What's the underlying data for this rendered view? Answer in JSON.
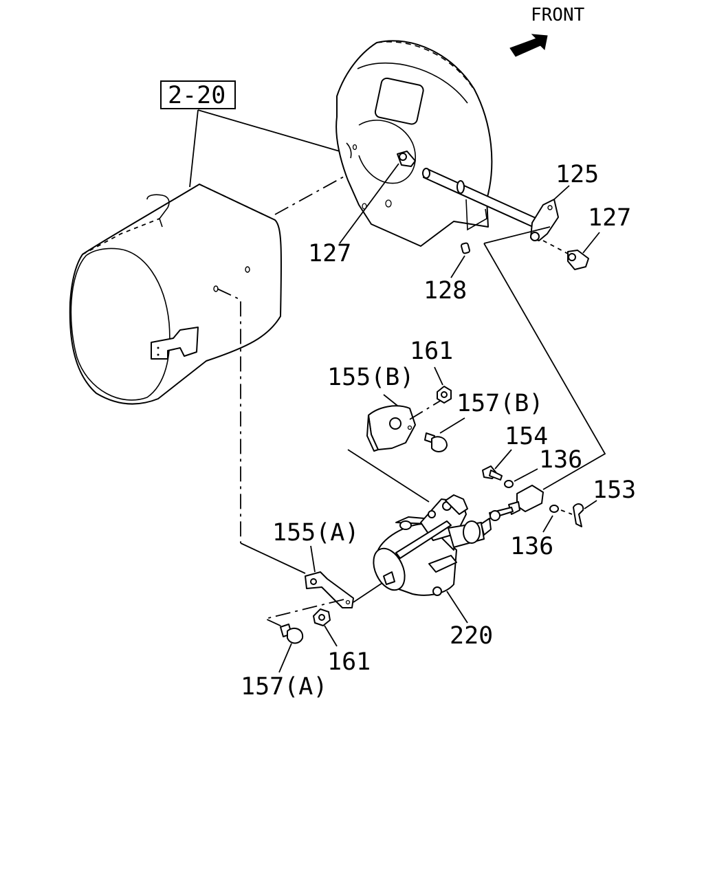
{
  "header": {
    "front_label": "FRONT"
  },
  "reference": {
    "code": "2-20"
  },
  "callouts": {
    "p125": "125",
    "p127_right": "127",
    "p127_center": "127",
    "p128": "128",
    "p161_top": "161",
    "p155b": "155(B)",
    "p157b": "157(B)",
    "p154": "154",
    "p136_upper": "136",
    "p153": "153",
    "p136_lower": "136",
    "p155a": "155(A)",
    "p220": "220",
    "p161_bottom": "161",
    "p157a": "157(A)"
  },
  "icons": {
    "front_arrow": "front-arrow-icon"
  }
}
